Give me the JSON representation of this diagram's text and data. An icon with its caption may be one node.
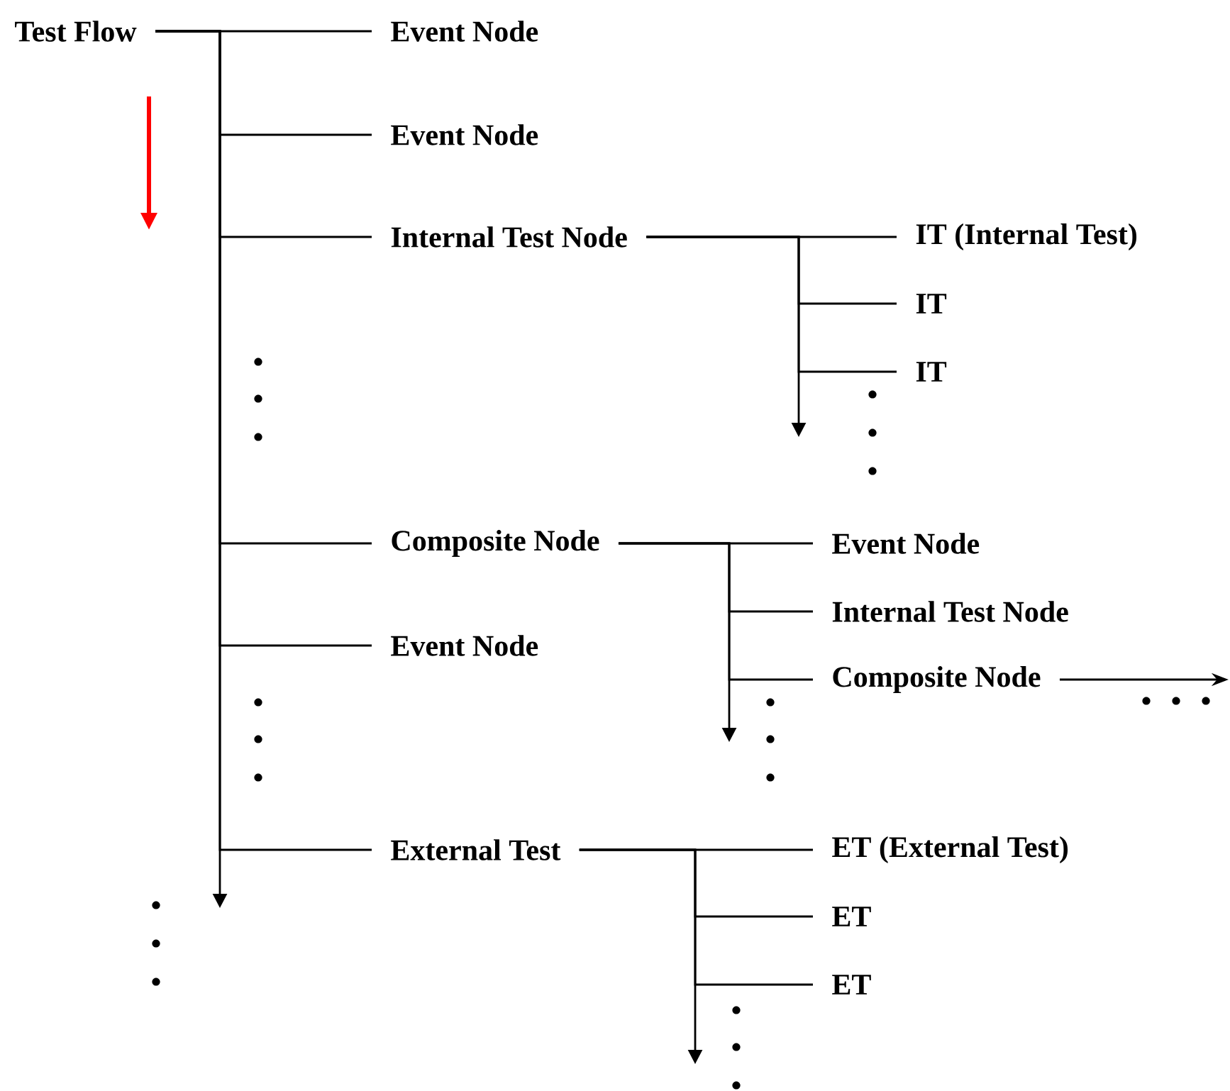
{
  "diagram": {
    "nodes": [
      {
        "text": [
          "Test Flow"
        ]
      },
      {
        "text": [
          "Event Node"
        ]
      },
      {
        "text": [
          "Event Node"
        ]
      },
      {
        "text": [
          "Internal Test Node"
        ]
      },
      {
        "text": [
          "IT (Internal Test)"
        ]
      },
      {
        "text": [
          "IT"
        ]
      },
      {
        "text": [
          "IT"
        ]
      },
      {
        "text": [
          "Composite Node"
        ]
      },
      {
        "text": [
          "Event Node"
        ]
      },
      {
        "text": [
          "Internal Test Node"
        ]
      },
      {
        "text": [
          "Composite Node"
        ]
      },
      {
        "text": [
          "Event Node"
        ]
      },
      {
        "text": [
          "External Test"
        ]
      },
      {
        "text": [
          "ET (External Test)"
        ]
      },
      {
        "text": [
          "ET"
        ]
      },
      {
        "text": [
          "ET"
        ]
      }
    ],
    "edges": [
      {
        "from": 0,
        "to": 1,
        "arrow": "none"
      },
      {
        "from": 0,
        "to": 2,
        "arrow": "none"
      },
      {
        "from": 0,
        "to": 3,
        "arrow": "none"
      },
      {
        "from": 3,
        "to": 4,
        "arrow": "none"
      },
      {
        "from": 3,
        "to": 5,
        "arrow": "none"
      },
      {
        "from": 3,
        "to": 6,
        "arrow": "none"
      },
      {
        "from": 0,
        "to": 7,
        "arrow": "none"
      },
      {
        "from": 7,
        "to": 8,
        "arrow": "none"
      },
      {
        "from": 7,
        "to": 9,
        "arrow": "none"
      },
      {
        "from": 7,
        "to": 10,
        "arrow": "none"
      },
      {
        "from": 10,
        "to": null,
        "arrow": "to"
      },
      {
        "from": 0,
        "to": 11,
        "arrow": "none"
      },
      {
        "from": 0,
        "to": 12,
        "arrow": "none"
      },
      {
        "from": 12,
        "to": 13,
        "arrow": "none"
      },
      {
        "from": 12,
        "to": 14,
        "arrow": "none"
      },
      {
        "from": 12,
        "to": 15,
        "arrow": "none"
      }
    ]
  }
}
